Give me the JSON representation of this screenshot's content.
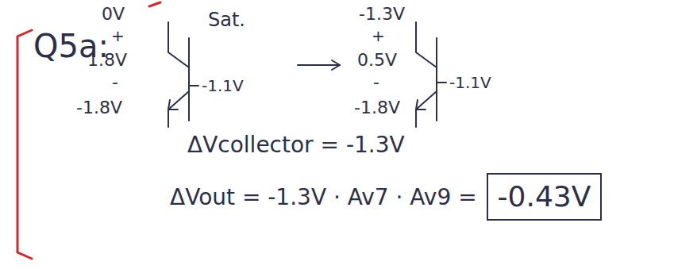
{
  "diagram": {
    "nodes": [
      {
        "text": [
          "-0.43V"
        ]
      }
    ],
    "labels": [
      "Q5a:",
      "0V",
      "+",
      "1.8V",
      "-",
      "-1.8V",
      "Sat.",
      "-1.1V",
      "-1.3V",
      "+",
      "0.5V",
      "-",
      "-1.8V",
      "-1.1V",
      "ΔVcollector = -1.3V",
      "ΔVout = -1.3V · Av7 · Av9 ="
    ]
  }
}
